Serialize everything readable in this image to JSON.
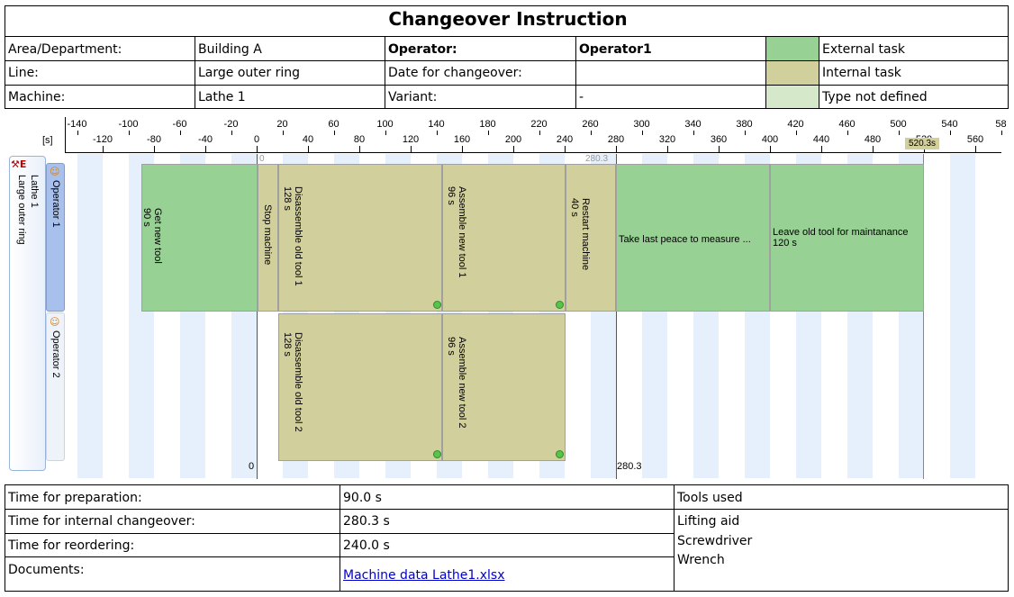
{
  "header": {
    "title": "Changeover Instruction",
    "rows": [
      {
        "label": "Area/Department:",
        "value": "Building A",
        "label2": "Operator:",
        "value2": "Operator1",
        "legend": "External task"
      },
      {
        "label": "Line:",
        "value": "Large outer ring",
        "label2": "Date for changeover:",
        "value2": "",
        "legend": "Internal task"
      },
      {
        "label": "Machine:",
        "value": "Lathe 1",
        "label2": "Variant:",
        "value2": "-",
        "legend": "Type not defined"
      }
    ],
    "legend_colors": {
      "external": "#98d194",
      "internal": "#d1cf9b",
      "undefined": "#d5e9ca"
    }
  },
  "gantt": {
    "unit_label": "[s]",
    "top_ticks": [
      "-140",
      "-100",
      "-60",
      "-20",
      "20",
      "60",
      "100",
      "140",
      "180",
      "220",
      "260",
      "300",
      "340",
      "380",
      "420",
      "460",
      "500",
      "540",
      "58"
    ],
    "bottom_ticks": [
      "-120",
      "-80",
      "-40",
      "0",
      "40",
      "80",
      "120",
      "160",
      "200",
      "240",
      "280",
      "320",
      "360",
      "400",
      "440",
      "480",
      "520",
      "560"
    ],
    "marker_end": "520.3s",
    "marker_top_start": "0",
    "marker_top_end": "280.3",
    "marker_bottom_start": "0",
    "marker_bottom_end": "280.3",
    "tree": {
      "machine": "Lathe 1",
      "line": "Large outer ring",
      "operator1": "Operator 1",
      "operator2": "Operator 2"
    },
    "tasks_op1": [
      {
        "name": "Get new tool",
        "duration": "90 s",
        "type": "external"
      },
      {
        "name": "Stop machine",
        "duration": "",
        "type": "internal"
      },
      {
        "name": "Disassemble old tool 1",
        "duration": "128 s",
        "type": "internal"
      },
      {
        "name": "Assemble new tool 1",
        "duration": "96 s",
        "type": "internal"
      },
      {
        "name": "Restart machine",
        "duration": "40 s",
        "type": "internal"
      },
      {
        "name": "Take last peace to measure ...",
        "duration": "",
        "type": "external"
      },
      {
        "name": "Leave old tool for maintanance",
        "duration": "120 s",
        "type": "external"
      }
    ],
    "tasks_op2": [
      {
        "name": "Disassemble old tool 2",
        "duration": "128 s",
        "type": "internal"
      },
      {
        "name": "Assemble new tool 2",
        "duration": "96 s",
        "type": "internal"
      }
    ]
  },
  "footer": {
    "rows": [
      {
        "label": "Time for preparation:",
        "value": "90.0 s"
      },
      {
        "label": "Time for internal changeover:",
        "value": "280.3 s"
      },
      {
        "label": "Time for reordering:",
        "value": "240.0 s"
      },
      {
        "label": "Documents:",
        "value": "Machine data Lathe1.xlsx"
      }
    ],
    "tools_title": "Tools used",
    "tools": [
      "Lifting aid",
      "Screwdriver",
      "Wrench"
    ]
  }
}
